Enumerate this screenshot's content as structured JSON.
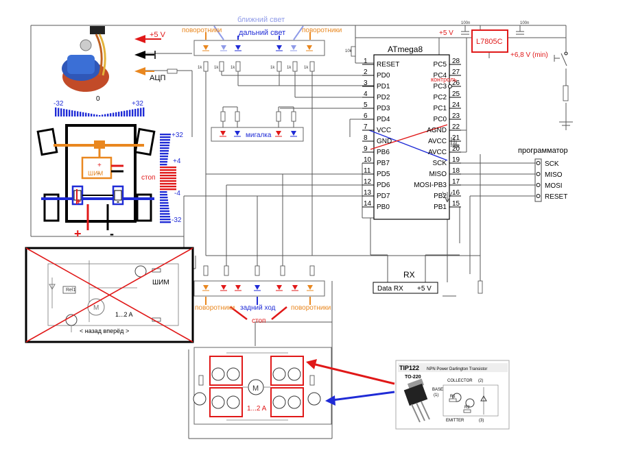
{
  "chip": {
    "name": "ATmega8",
    "left_pins": [
      {
        "num": "1",
        "label": "RESET"
      },
      {
        "num": "2",
        "label": "PD0"
      },
      {
        "num": "3",
        "label": "PD1"
      },
      {
        "num": "4",
        "label": "PD2"
      },
      {
        "num": "5",
        "label": "PD3"
      },
      {
        "num": "6",
        "label": "PD4"
      },
      {
        "num": "7",
        "label": "VCC"
      },
      {
        "num": "8",
        "label": "GND"
      },
      {
        "num": "9",
        "label": "PB6"
      },
      {
        "num": "10",
        "label": "PB7"
      },
      {
        "num": "11",
        "label": "PD5"
      },
      {
        "num": "12",
        "label": "PD6"
      },
      {
        "num": "13",
        "label": "PD7"
      },
      {
        "num": "14",
        "label": "PB0"
      }
    ],
    "right_pins": [
      {
        "num": "28",
        "label": "PC5"
      },
      {
        "num": "27",
        "label": "PC4"
      },
      {
        "num": "26",
        "label": "PC3"
      },
      {
        "num": "25",
        "label": "PC2"
      },
      {
        "num": "24",
        "label": "PC1"
      },
      {
        "num": "23",
        "label": "PC0"
      },
      {
        "num": "22",
        "label": "AGND"
      },
      {
        "num": "21",
        "label": "AVCC"
      },
      {
        "num": "20",
        "label": "AVCC"
      },
      {
        "num": "19",
        "label": "SCK"
      },
      {
        "num": "18",
        "label": "MISO"
      },
      {
        "num": "17",
        "label": "MOSI-PB3"
      },
      {
        "num": "16",
        "label": "PB2"
      },
      {
        "num": "15",
        "label": "PB1"
      }
    ]
  },
  "labels": {
    "near_light": "ближний свет",
    "far_light": "дальний свет",
    "turn_left_top": "поворотники",
    "turn_right_top": "поворотники",
    "v5_left": "+5 V",
    "v5_right": "+5 V",
    "adc": "АЦП",
    "control": "контроль",
    "regulator": "L7805C",
    "v68": "+6,8 V (min)",
    "blinker": "мигалка",
    "stop_side": "стоп",
    "pwm_box": "ШИМ",
    "pwm_right": "ШИМ",
    "current": "1...2 A",
    "direction": "< назад вперёд >",
    "rel": "Rel1",
    "programmer": "программатор",
    "prog_pins": [
      "SCK",
      "MISO",
      "MOSI",
      "RESET"
    ],
    "rx_title": "RX",
    "data_rx": "Data RX",
    "rx_v5": "+5 V",
    "turn_left_bottom": "поворотники",
    "turn_right_bottom": "поворотники",
    "reverse": "задний ход",
    "stop_bottom": "стоп",
    "hbridge_current": "1...2 A",
    "motor": "M",
    "r10k": "10k",
    "c100n": "100n",
    "r1k": "1k"
  },
  "scale": {
    "top_min": "-32",
    "top_zero": "0",
    "top_max": "+32",
    "side_p32": "+32",
    "side_p4": "+4",
    "side_m4": "-4",
    "side_m32": "-32"
  },
  "transistor": {
    "title": "TIP122",
    "desc": "NPN Power Darlington Transistor",
    "package": "TO-220",
    "collector": "COLLECTOR",
    "base": "BASE",
    "emitter": "EMITTER",
    "pin1": "(1)",
    "pin2": "(2)",
    "pin3": "(3)",
    "r1": "R1",
    "r2": "R2"
  },
  "colors": {
    "orange": "#e9871f",
    "blue": "#1f2bd6",
    "red": "#e01818",
    "light_blue": "#8f9be8"
  }
}
